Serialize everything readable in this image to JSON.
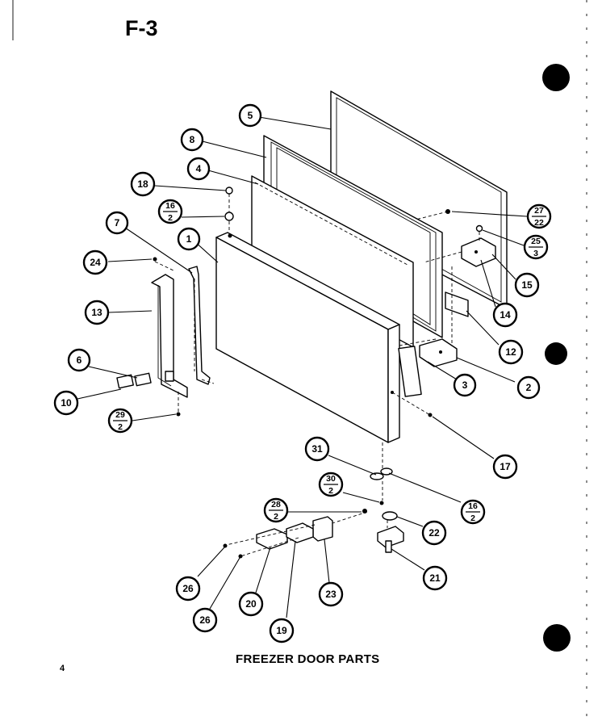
{
  "page_label": "F-3",
  "caption": "FREEZER DOOR PARTS",
  "page_number": "4",
  "callouts": [
    {
      "id": "5",
      "label": "5"
    },
    {
      "id": "8",
      "label": "8"
    },
    {
      "id": "4",
      "label": "4"
    },
    {
      "id": "18",
      "label": "18"
    },
    {
      "id": "16-2a",
      "num": "16",
      "den": "2"
    },
    {
      "id": "7",
      "label": "7"
    },
    {
      "id": "1",
      "label": "1"
    },
    {
      "id": "24",
      "label": "24"
    },
    {
      "id": "13",
      "label": "13"
    },
    {
      "id": "6",
      "label": "6"
    },
    {
      "id": "10",
      "label": "10"
    },
    {
      "id": "29-2",
      "num": "29",
      "den": "2"
    },
    {
      "id": "27-22",
      "num": "27",
      "den": "22"
    },
    {
      "id": "25-3",
      "num": "25",
      "den": "3"
    },
    {
      "id": "15",
      "label": "15"
    },
    {
      "id": "14",
      "label": "14"
    },
    {
      "id": "12",
      "label": "12"
    },
    {
      "id": "3",
      "label": "3"
    },
    {
      "id": "2",
      "label": "2"
    },
    {
      "id": "17",
      "label": "17"
    },
    {
      "id": "31",
      "label": "31"
    },
    {
      "id": "30-2",
      "num": "30",
      "den": "2"
    },
    {
      "id": "16-2b",
      "num": "16",
      "den": "2"
    },
    {
      "id": "28-2",
      "num": "28",
      "den": "2"
    },
    {
      "id": "22",
      "label": "22"
    },
    {
      "id": "21",
      "label": "21"
    },
    {
      "id": "26a",
      "label": "26"
    },
    {
      "id": "26b",
      "label": "26"
    },
    {
      "id": "20",
      "label": "20"
    },
    {
      "id": "19",
      "label": "19"
    },
    {
      "id": "23",
      "label": "23"
    }
  ]
}
